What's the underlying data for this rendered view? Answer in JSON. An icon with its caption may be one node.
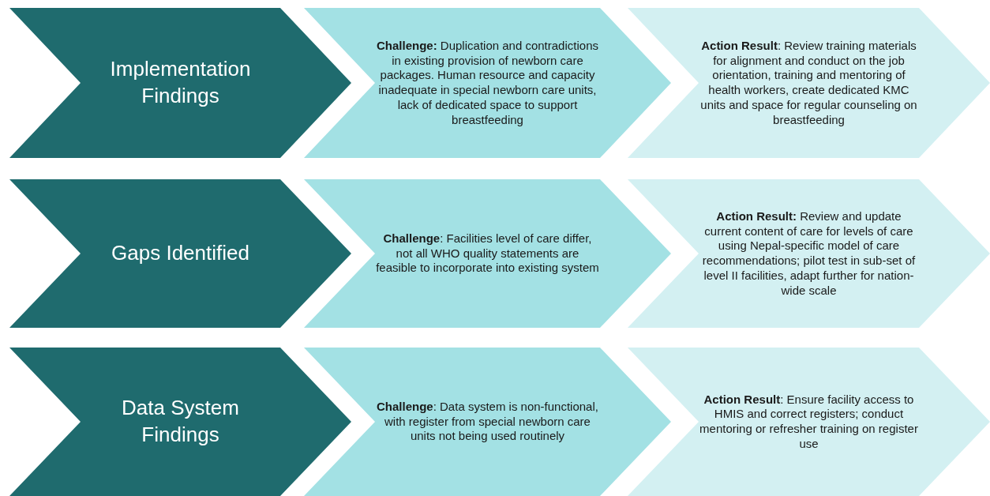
{
  "diagram": {
    "nodes": [
      {
        "text": [
          "Implementation Findings"
        ]
      },
      {
        "text": [
          "**Challenge:** Duplication and contradictions in existing provision of newborn care packages. Human resource and capacity inadequate in special newborn care units, lack of dedicated space to support breastfeeding"
        ]
      },
      {
        "text": [
          "**Action Result**: Review training materials for alignment and conduct on the job orientation, training and mentoring of health workers, create dedicated KMC units and space for regular counseling on breastfeeding"
        ]
      },
      {
        "text": [
          "Gaps Identified"
        ]
      },
      {
        "text": [
          "**Challenge**: Facilities level of care differ, not all WHO quality statements are feasible to incorporate into existing system"
        ]
      },
      {
        "text": [
          "**Action Result:** Review and update current content of care for levels of care using Nepal-specific model of care recommendations; pilot test in sub-set of level II facilities, adapt further for nation-wide scale"
        ]
      },
      {
        "text": [
          "Data System Findings"
        ]
      },
      {
        "text": [
          "**Challenge**: Data system is non-functional, with register from special newborn care units not being used routinely"
        ]
      },
      {
        "text": [
          "**Action Result**: Ensure facility access to HMIS and correct registers; conduct mentoring or refresher training on register use"
        ]
      }
    ],
    "edges": []
  }
}
